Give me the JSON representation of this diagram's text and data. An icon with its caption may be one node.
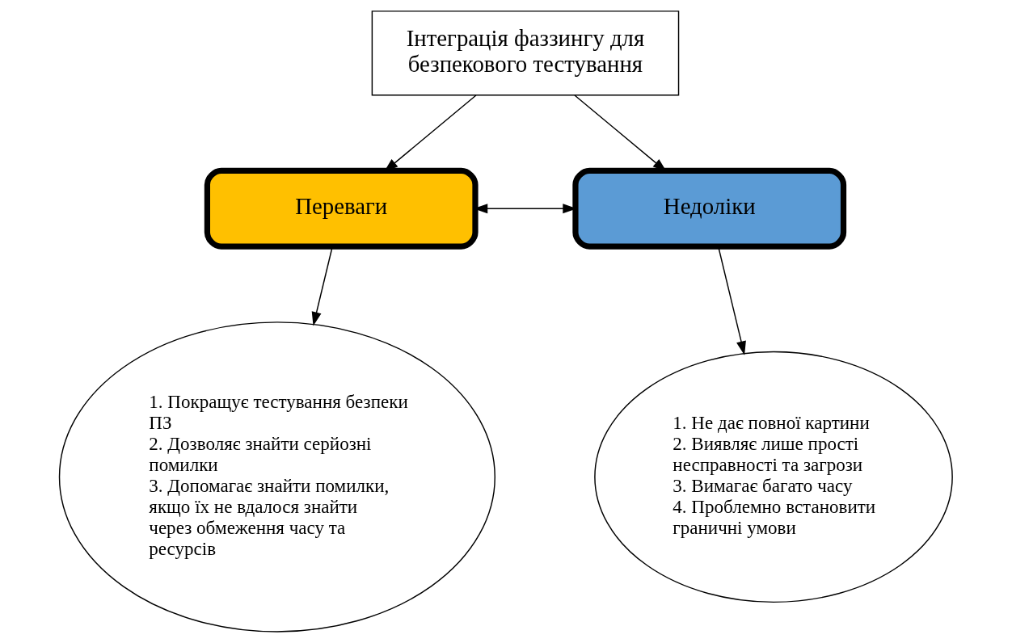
{
  "diagram": {
    "nodes": [
      {
        "text": [
          "Інтеграція фаззингу для безпекового тестування"
        ]
      },
      {
        "text": [
          "Переваги"
        ]
      },
      {
        "text": [
          "Недоліки"
        ]
      },
      {
        "text": [
          "1. Покращує тестування безпеки ПЗ",
          "2. Дозволяє знайти серйозні помилки",
          "3. Допомагає знайти помилки, якщо їх не вдалося знайти через обмеження часу та ресурсів"
        ]
      },
      {
        "text": [
          "1. Не дає повної картини",
          "2. Виявляє лише прості несправності та загрози",
          "3. Вимагає багато часу",
          "4. Проблемно встановити граничні умови"
        ]
      }
    ],
    "edges": [
      {
        "from": 0,
        "to": 1,
        "arrow": "to"
      },
      {
        "from": 0,
        "to": 2,
        "arrow": "to"
      },
      {
        "from": 1,
        "to": 2,
        "arrow": "both"
      },
      {
        "from": 1,
        "to": 3,
        "arrow": "to"
      },
      {
        "from": 2,
        "to": 4,
        "arrow": "to"
      }
    ]
  }
}
